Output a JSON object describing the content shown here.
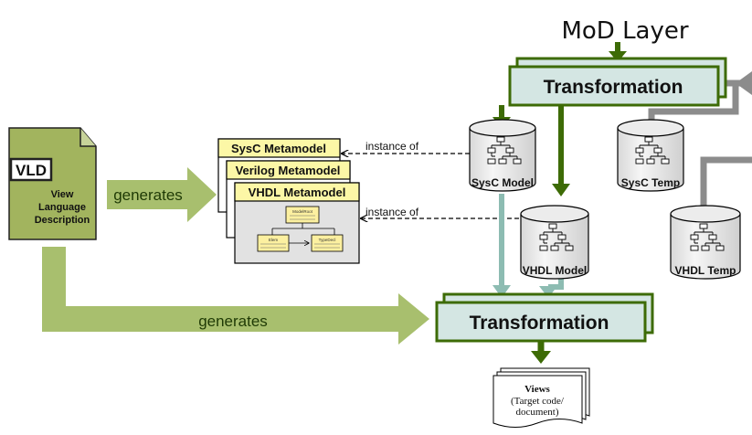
{
  "header": {
    "title": "MoD Layer"
  },
  "vld": {
    "badge": "VLD",
    "line1": "View",
    "line2": "Language",
    "line3": "Description"
  },
  "arrows": {
    "generates_upper": "generates",
    "generates_lower": "generates"
  },
  "metamodels": {
    "sysc": "SysC Metamodel",
    "verilog": "Verilog Metamodel",
    "vhdl": "VHDL Metamodel",
    "inner_title": "ModelRoot",
    "inner_left": "Elem",
    "inner_right": "TypeDecl"
  },
  "relations": {
    "instance_of_upper": "instance of",
    "instance_of_lower": "instance of"
  },
  "transformations": {
    "top": "Transformation",
    "bottom": "Transformation"
  },
  "repositories": {
    "sysc_model": "SysC Model",
    "sysc_temp": "SysC Temp",
    "vhdl_model": "VHDL Model",
    "vhdl_temp": "VHDL Temp"
  },
  "views": {
    "title": "Views",
    "line1": "(Target code/",
    "line2": "document)"
  },
  "colors": {
    "dark_green": "#3d6b06",
    "light_green": "#a8bf6e",
    "vld_fill": "#a2b45e",
    "teal_arrow": "#8dbcb2",
    "transform_fill": "#d4e6e3",
    "metamodel_header": "#fcf7a6",
    "grey_arrow": "#8c8c8c"
  }
}
